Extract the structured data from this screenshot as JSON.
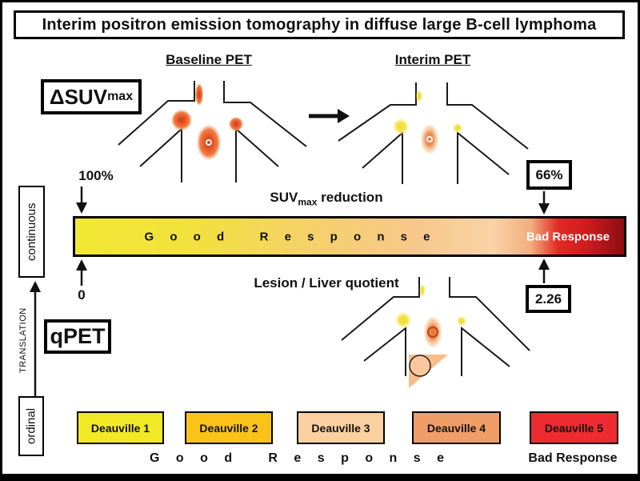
{
  "title": "Interim positron emission tomography in diffuse large B-cell lymphoma",
  "panels": {
    "baseline_label": "Baseline PET",
    "interim_label": "Interim PET"
  },
  "dsuv": {
    "main": "ΔSUV",
    "sub": "max"
  },
  "scale": {
    "top_label_main": "SUV",
    "top_label_sub": "max",
    "top_label_rest": " reduction",
    "bottom_label": "Lesion / Liver quotient",
    "left_top_value": "100%",
    "left_bottom_value": "0",
    "right_top_value": "66%",
    "right_bottom_value": "2.26",
    "bar_good_label": "G o o d   R e s p o n s e",
    "bar_bad_label": "Bad Response"
  },
  "qpet_label": "qPET",
  "axis": {
    "continuous": "continuous",
    "translation": "TRANSLATION",
    "ordinal": "ordinal"
  },
  "deauville": {
    "items": [
      {
        "label": "Deauville 1",
        "color": "#f2e926"
      },
      {
        "label": "Deauville 2",
        "color": "#fbc31a"
      },
      {
        "label": "Deauville 3",
        "color": "#fbd0a1"
      },
      {
        "label": "Deauville 4",
        "color": "#f19d68"
      },
      {
        "label": "Deauville 5",
        "color": "#ee2b30"
      }
    ],
    "good_label": "G o o d   R e s p o n s e",
    "bad_label": "Bad Response"
  },
  "colors": {
    "bar_stops": [
      [
        "#f1e833",
        0
      ],
      [
        "#f2e13e",
        22
      ],
      [
        "#f5cf6e",
        45
      ],
      [
        "#f7c88b",
        62
      ],
      [
        "#f9d3a6",
        76
      ],
      [
        "#f2ae80",
        83
      ],
      [
        "#e22a24",
        88
      ],
      [
        "#d01c20",
        93
      ],
      [
        "#8b0e12",
        100
      ]
    ],
    "lesion_orange_core": "#cc3e16",
    "lesion_yellow_core": "#eedc2e",
    "lesion_interim_core": "#e56f38",
    "liver_triangle": "#f9bd8a",
    "liver_circle_fill": "#f9c89e",
    "qpet_ring_stroke": "#c24d12"
  }
}
